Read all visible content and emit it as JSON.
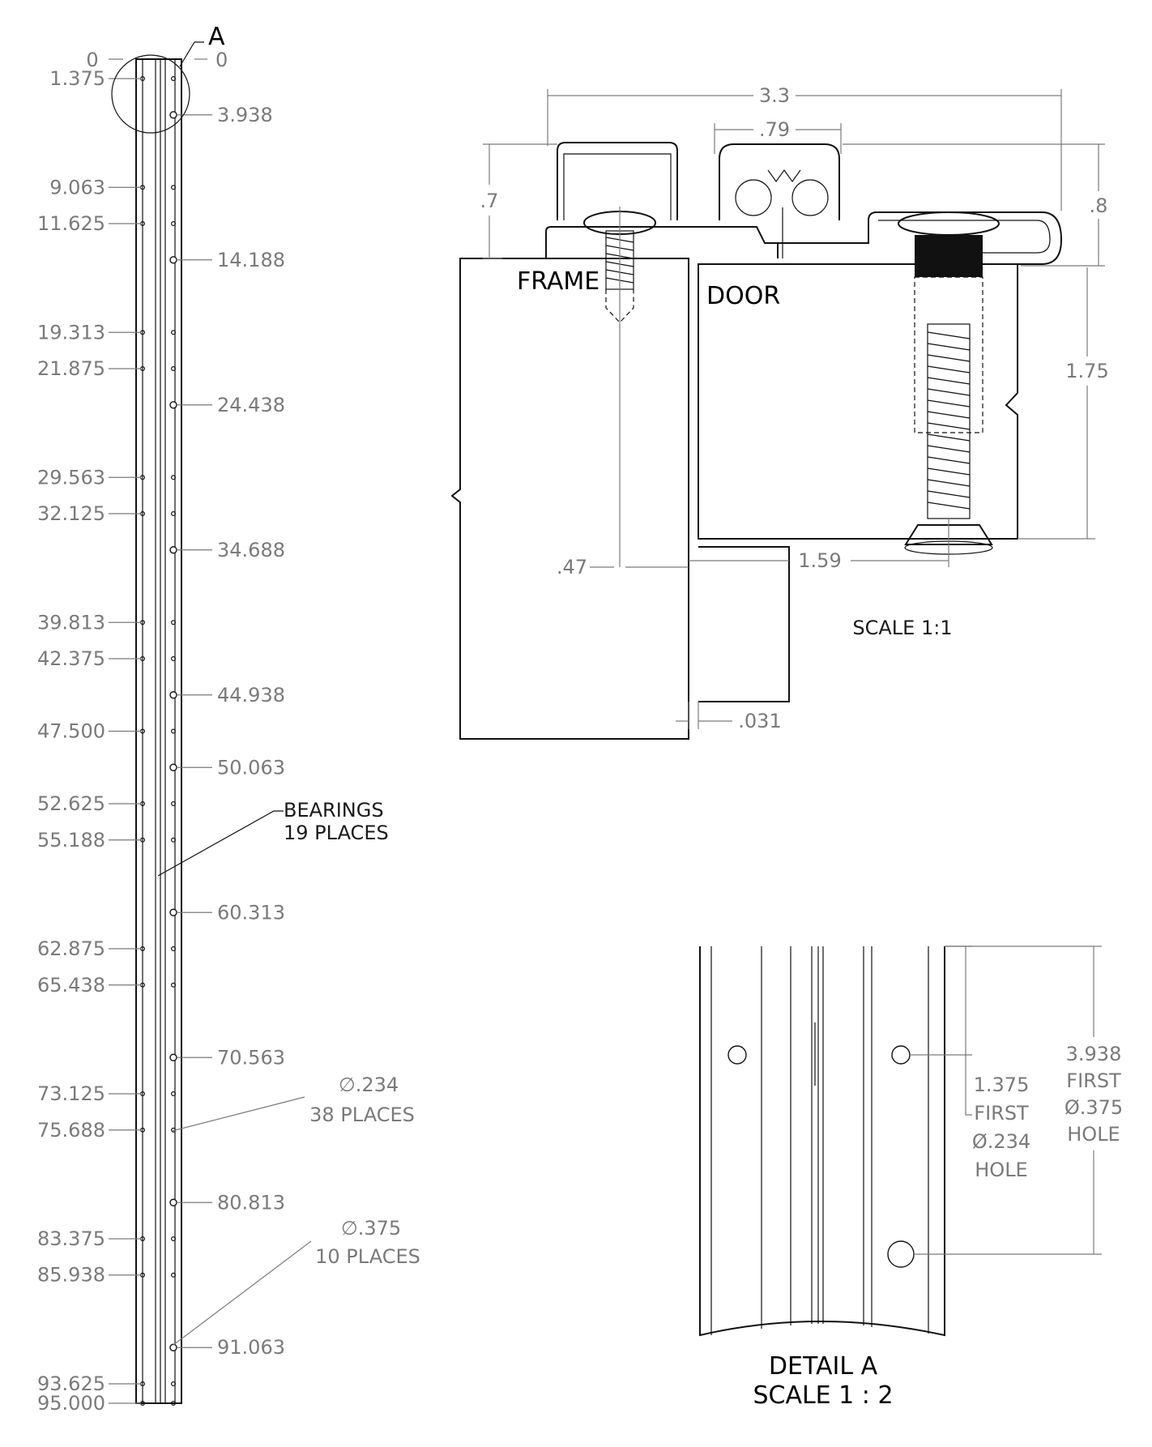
{
  "strip": {
    "top_zero_left": "0",
    "top_zero_right": "0",
    "detail_marker": "A",
    "left_dims": [
      "1.375",
      "9.063",
      "11.625",
      "19.313",
      "21.875",
      "29.563",
      "32.125",
      "39.813",
      "42.375",
      "47.500",
      "52.625",
      "55.188",
      "62.875",
      "65.438",
      "73.125",
      "75.688",
      "83.375",
      "85.938",
      "93.625",
      "95.000"
    ],
    "right_dims": [
      "3.938",
      "14.188",
      "24.438",
      "34.688",
      "44.938",
      "50.063",
      "60.313",
      "70.563",
      "80.813",
      "91.063"
    ],
    "bearings_line1": "BEARINGS",
    "bearings_line2": "19 PLACES",
    "small_hole_dia": "∅.234",
    "small_hole_count": "38 PLACES",
    "large_hole_dia": "∅.375",
    "large_hole_count": "10 PLACES"
  },
  "section": {
    "overall_width": "3.3",
    "knuckle_width": ".79",
    "frame_leaf_height": ".7",
    "door_leaf_height": ".8",
    "door_depth": "1.75",
    "frame_offset": ".47",
    "door_offset": "1.59",
    "gap": ".031",
    "frame_label": "FRAME",
    "door_label": "DOOR",
    "scale": "SCALE 1:1"
  },
  "detail": {
    "small_hole_dim": "1.375",
    "small_hole_note": [
      "FIRST",
      "Ø.234",
      "HOLE"
    ],
    "large_hole_dim": "3.938",
    "large_hole_note": [
      "FIRST",
      "Ø.375",
      "HOLE"
    ],
    "title": "DETAIL A",
    "scale": "SCALE 1 : 2"
  }
}
